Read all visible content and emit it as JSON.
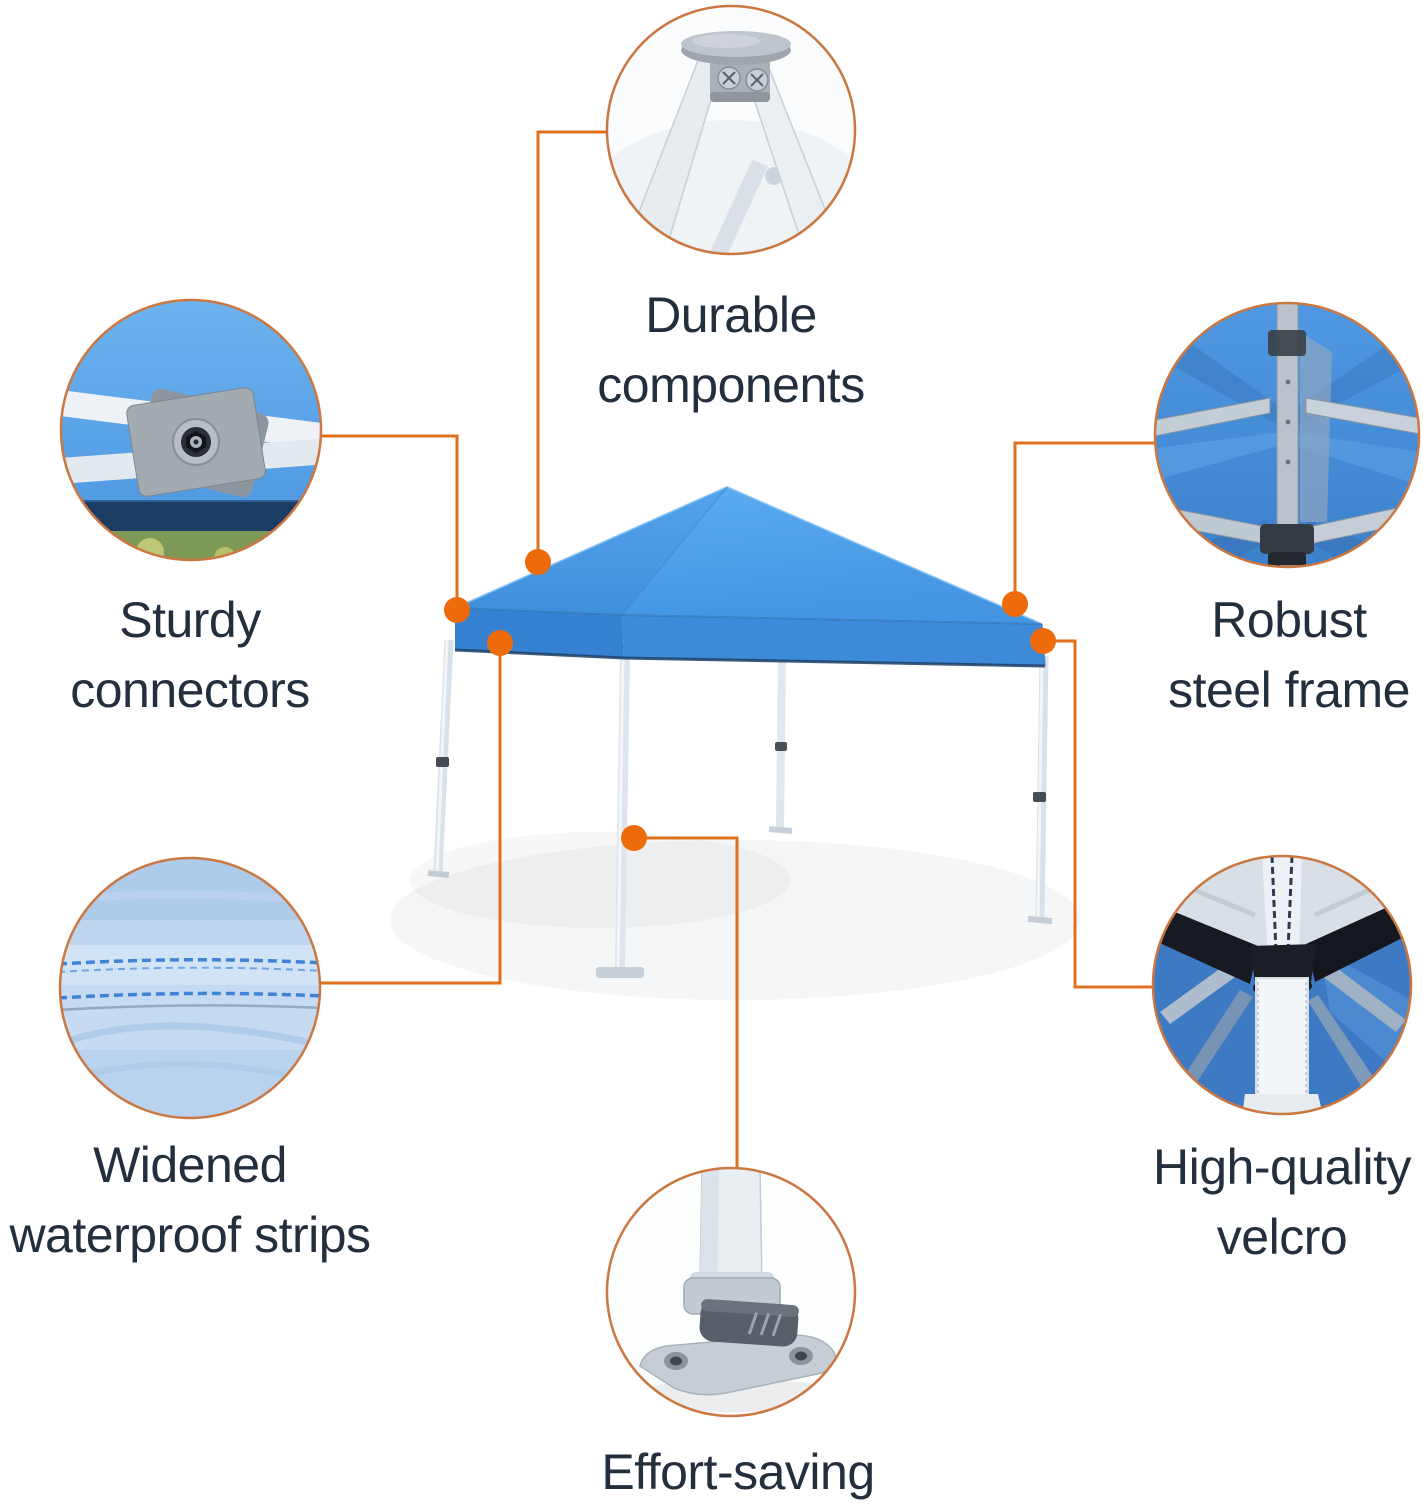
{
  "figure": {
    "title": "Canopy tent feature infographic",
    "subject": "Blue pop-up canopy tent with six feature callouts"
  },
  "colors": {
    "background": "#FFFFFF",
    "accent_line": "#E1701C",
    "accent_dot": "#ED6B0A",
    "circle_border": "#CB7742",
    "label_text": "#242F3E",
    "canopy_blue": "#4FA2EB",
    "valance_blue": "#3682D2"
  },
  "callouts": [
    {
      "id": "durable-components",
      "lines": [
        "Durable",
        "components"
      ],
      "photo": "canopy-top-connector"
    },
    {
      "id": "sturdy-connectors",
      "lines": [
        "Sturdy",
        "connectors"
      ],
      "photo": "frame-connector-bolt"
    },
    {
      "id": "robust-steel-frame",
      "lines": [
        "Robust",
        "steel frame"
      ],
      "photo": "canopy-underside-trusses"
    },
    {
      "id": "widened-waterproof-strips",
      "lines": [
        "Widened",
        "waterproof strips"
      ],
      "photo": "seam-stitch-fabric"
    },
    {
      "id": "high-quality-velcro",
      "lines": [
        "High-quality",
        "velcro"
      ],
      "photo": "velcro-strap-on-leg"
    },
    {
      "id": "effort-saving",
      "lines": [
        "Effort-saving",
        ""
      ],
      "photo": "leg-foot-plate"
    }
  ]
}
